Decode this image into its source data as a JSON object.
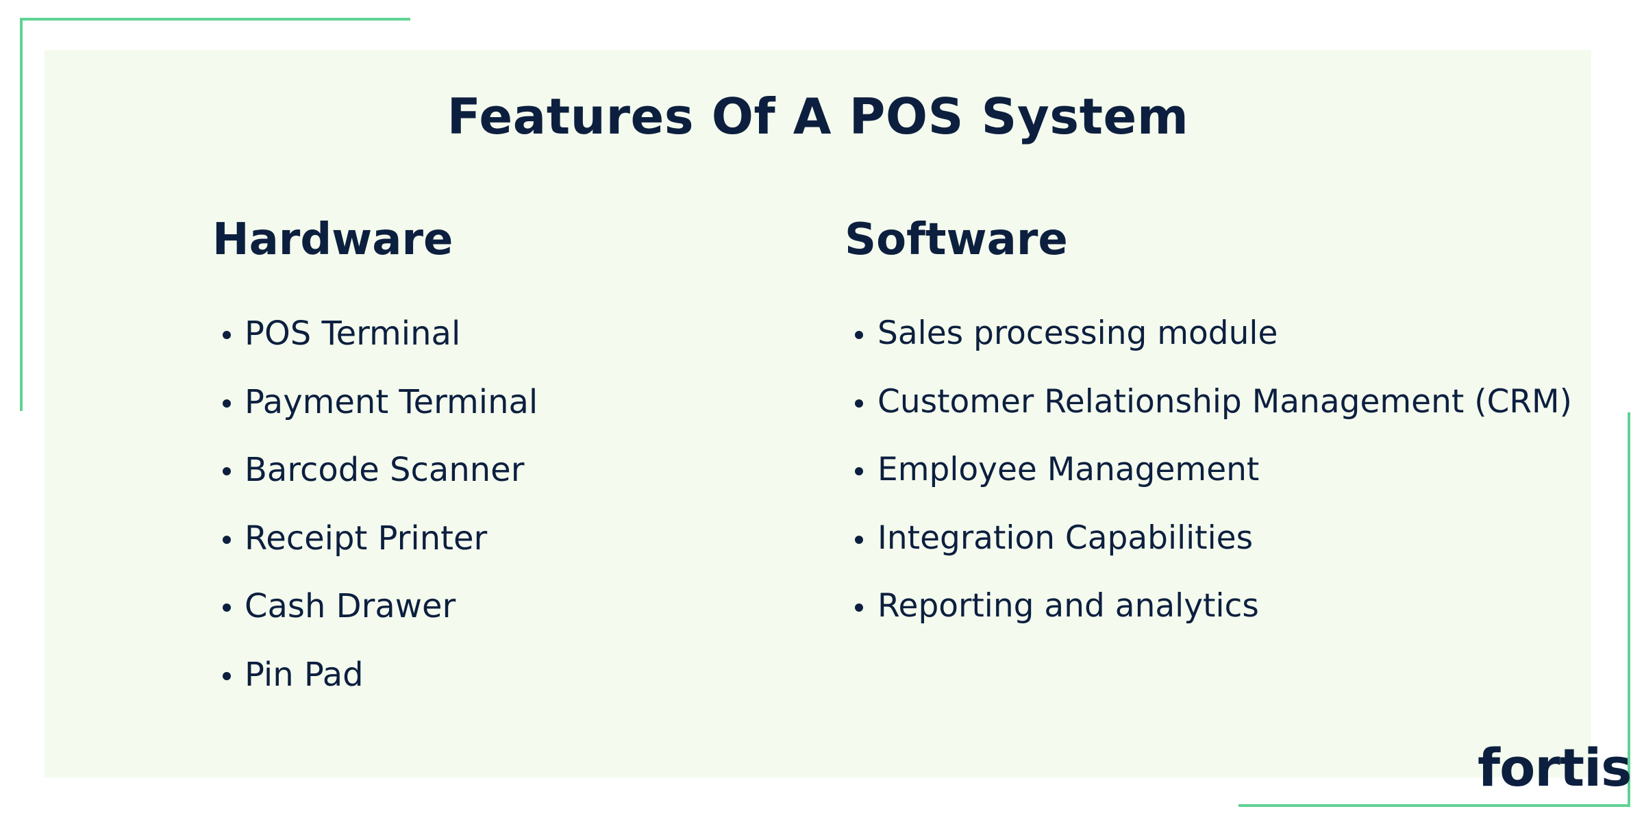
{
  "title": "Features Of A POS System",
  "hardware": {
    "heading": "Hardware",
    "items": [
      "POS Terminal",
      "Payment Terminal",
      "Barcode Scanner",
      "Receipt Printer",
      "Cash Drawer",
      "Pin Pad"
    ]
  },
  "software": {
    "heading": "Software",
    "items": [
      "Sales processing module",
      "Customer Relationship Management (CRM)",
      "Employee Management",
      "Integration Capabilities",
      "Reporting and analytics"
    ]
  },
  "logo": {
    "text": "fortis"
  },
  "colors": {
    "accent": "#5fd394",
    "panel": "#f4fbee",
    "text": "#0d1f3f"
  }
}
